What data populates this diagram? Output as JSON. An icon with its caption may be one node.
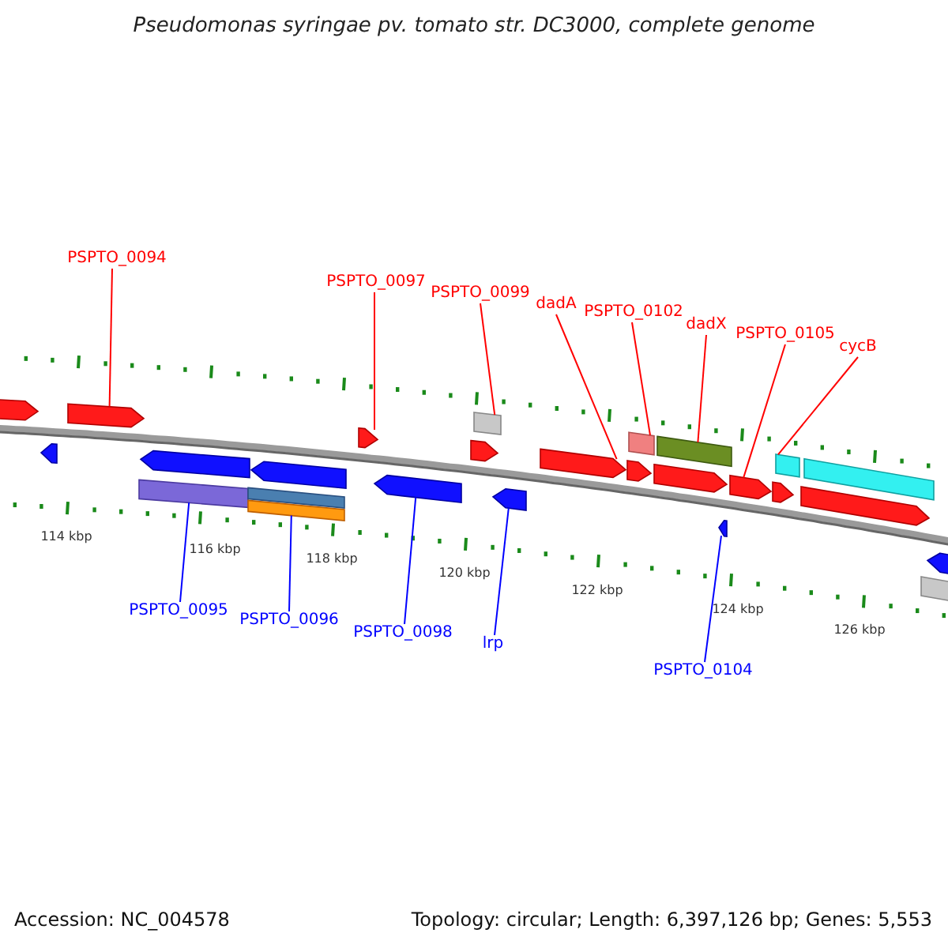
{
  "diagram": {
    "title": "Pseudomonas syringae pv. tomato str. DC3000, complete genome",
    "nodes": [
      {
        "text": [
          "PSPTO_0094"
        ]
      },
      {
        "text": [
          "PSPTO_0097"
        ]
      },
      {
        "text": [
          "PSPTO_0099"
        ]
      },
      {
        "text": [
          "dadA"
        ]
      },
      {
        "text": [
          "PSPTO_0102"
        ]
      },
      {
        "text": [
          "dadX"
        ]
      },
      {
        "text": [
          "PSPTO_0105"
        ]
      },
      {
        "text": [
          "cycB"
        ]
      },
      {
        "text": [
          "PSPTO_0095"
        ]
      },
      {
        "text": [
          "PSPTO_0096"
        ]
      },
      {
        "text": [
          "PSPTO_0098"
        ]
      },
      {
        "text": [
          "lrp"
        ]
      },
      {
        "text": [
          "PSPTO_0104"
        ]
      },
      {
        "text": [],
        "shape": "arrow"
      },
      {
        "text": [],
        "shape": "arrow"
      },
      {
        "text": [],
        "shape": "arrow"
      },
      {
        "text": [],
        "shape": "box"
      },
      {
        "text": [],
        "shape": "arrow"
      },
      {
        "text": [],
        "shape": "box"
      },
      {
        "text": [],
        "shape": "box"
      },
      {
        "text": [],
        "shape": "arrow"
      },
      {
        "text": [],
        "shape": "arrow"
      },
      {
        "text": [],
        "shape": "arrow"
      },
      {
        "text": [],
        "shape": "arrow"
      },
      {
        "text": [],
        "shape": "box"
      },
      {
        "text": [],
        "shape": "arrow"
      },
      {
        "text": [],
        "shape": "arrow"
      },
      {
        "text": [],
        "shape": "arrow"
      },
      {
        "text": [],
        "shape": "box"
      },
      {
        "text": [],
        "shape": "arrow"
      },
      {
        "text": [],
        "shape": "box"
      },
      {
        "text": [],
        "shape": "arrow"
      },
      {
        "text": [],
        "shape": "arrow"
      },
      {
        "text": [],
        "shape": "arrow"
      },
      {
        "text": [],
        "shape": "box"
      },
      {
        "text": [],
        "shape": "arrow"
      },
      {
        "text": [],
        "shape": "box"
      },
      {
        "text": [],
        "shape": "box"
      },
      {
        "text": [],
        "shape": "arrow"
      }
    ],
    "edges": [
      {
        "from": 0,
        "to": 15,
        "arrow": "none"
      },
      {
        "from": 1,
        "to": 21,
        "arrow": "none"
      },
      {
        "from": 2,
        "to": 24,
        "arrow": "none"
      },
      {
        "from": 3,
        "to": 26,
        "arrow": "none"
      },
      {
        "from": 4,
        "to": 28,
        "arrow": "none"
      },
      {
        "from": 5,
        "to": 30,
        "arrow": "none"
      },
      {
        "from": 6,
        "to": 32,
        "arrow": "none"
      },
      {
        "from": 7,
        "to": 34,
        "arrow": "none"
      },
      {
        "from": 8,
        "to": 16,
        "arrow": "none",
        "color": "#0000ff"
      },
      {
        "from": 9,
        "to": 19,
        "arrow": "none",
        "color": "#0000ff"
      },
      {
        "from": 10,
        "to": 22,
        "arrow": "none",
        "color": "#0000ff"
      },
      {
        "from": 11,
        "to": 25,
        "arrow": "none",
        "color": "#0000ff"
      },
      {
        "from": 12,
        "to": 31,
        "arrow": "none",
        "color": "#0000ff"
      }
    ],
    "labels": [
      "114 kbp",
      "116 kbp",
      "118 kbp",
      "120 kbp",
      "122 kbp",
      "124 kbp",
      "126 kbp",
      "Accession: NC_004578",
      "Topology: circular; Length: 6,397,126 bp; Genes: 5,553"
    ]
  }
}
